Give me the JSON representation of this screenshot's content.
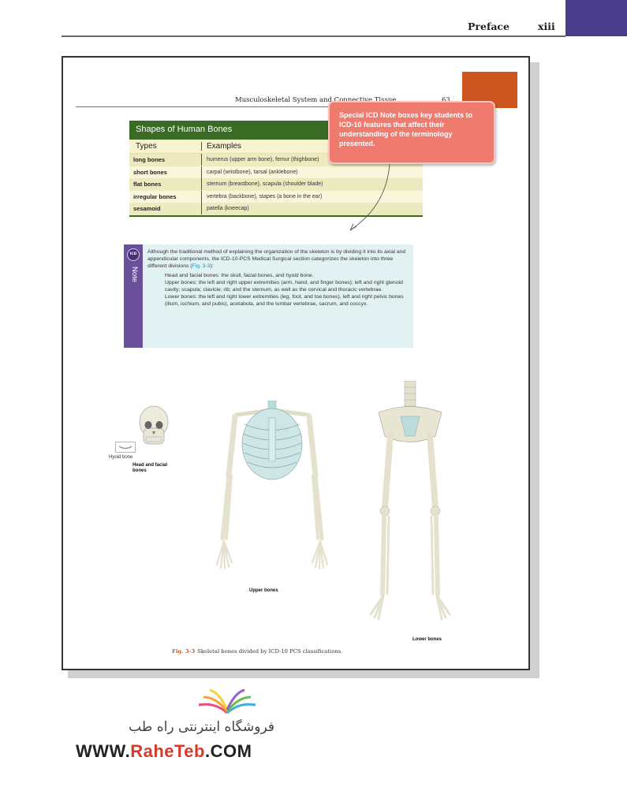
{
  "outer_header": {
    "title": "Preface",
    "page_number": "xiii",
    "accent_color": "#4a3d8c"
  },
  "inset_page": {
    "header_title": "Musculoskeletal System and Connective Tissue",
    "page_number": "63",
    "accent_color": "#cc5520",
    "table": {
      "title": "Shapes of Human Bones",
      "columns": [
        "Types",
        "Examples"
      ],
      "rows": [
        {
          "type": "long bones",
          "examples": "humerus (upper arm bone), femur (thighbone)"
        },
        {
          "type": "short bones",
          "examples": "carpal (wristbone), tarsal (anklebone)"
        },
        {
          "type": "flat bones",
          "examples": "sternum (breastbone), scapula (shoulder blade)"
        },
        {
          "type": "irregular bones",
          "examples": "vertebra (backbone), stapes (a bone in the ear)"
        },
        {
          "type": "sesamoid",
          "examples": "patella (kneecap)"
        }
      ]
    },
    "note": {
      "badge": "ICD",
      "label": "Note",
      "intro": "Although the traditional method of explaining the organization of the skeleton is by dividing it into its axial and appendicular components, the ICD-10-PCS Medical Surgical section categorizes the skeleton into three different divisions (",
      "fig_ref": "Fig. 3-3",
      "intro_end": "):",
      "head": "Head and facial bones: the skull, facial bones, and hyoid bone.",
      "upper": "Upper bones: the left and right upper extremities (arm, hand, and finger bones); left and right glenoid cavity; scapula; clavicle; rib; and the sternum, as well as the cervical and thoracic vertebrae.",
      "lower": "Lower bones: the left and right lower extremities (leg, foot, and toe bones), left and right pelvic bones (ilium, ischium, and pubis), acetabula, and the lumbar vertebrae, sacrum, and coccyx."
    },
    "figure": {
      "labels": {
        "hyoid": "Hyoid bone",
        "head": "Head and facial bones",
        "upper": "Upper bones",
        "lower": "Lower bones"
      },
      "caption_number": "Fig. 3-3",
      "caption_text": "Skeletal bones divided by ICD-10 PCS classifications."
    }
  },
  "callout": {
    "text": "Special ICD Note boxes key students to ICD-10 features that affect their understanding of the terminology presented.",
    "color": "#ef7a6e"
  },
  "watermark": {
    "persian": "فروشگاه اینترنتی راه طب",
    "url_prefix": "WWW.",
    "url_brand": "RaheTeb",
    "url_suffix": ".COM"
  }
}
